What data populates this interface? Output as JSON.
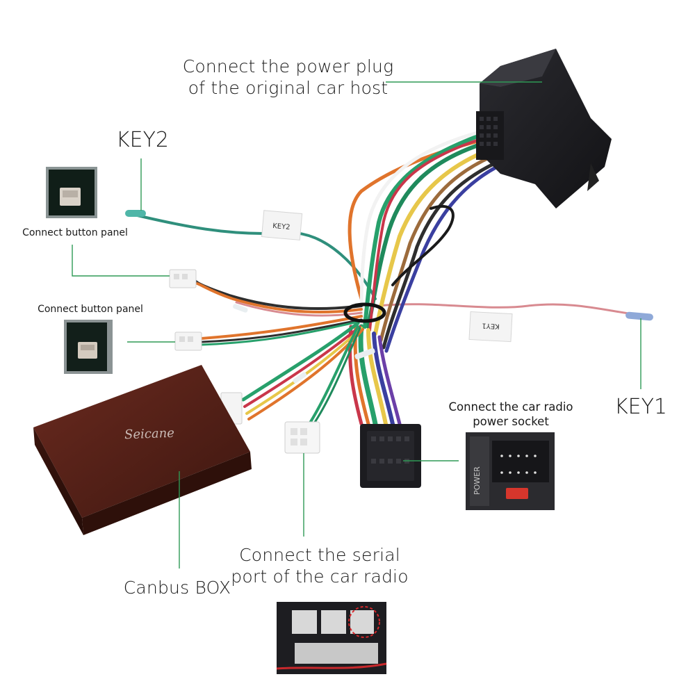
{
  "labels": {
    "power_plug_line1": "Connect the power plug",
    "power_plug_line2": "of the original car host",
    "key2": "KEY2",
    "key1": "KEY1",
    "button_panel_top": "Connect button panel",
    "button_panel_bottom": "Connect button panel",
    "radio_power_line1": "Connect the car radio",
    "radio_power_line2": "power socket",
    "serial_line1": "Connect the serial",
    "serial_line2": "port of the car radio",
    "canbus_box": "Canbus BOX"
  },
  "tags": {
    "key2_tag": "KEY2",
    "key1_tag": "KEY1"
  },
  "brand": {
    "name": "Seicane"
  },
  "socket": {
    "power_mark": "POWER"
  },
  "colors": {
    "leader": "#2e9a55",
    "box": "#4b1d14",
    "connector": "#1e1e22",
    "teal_wire": "#2f8f7c"
  }
}
